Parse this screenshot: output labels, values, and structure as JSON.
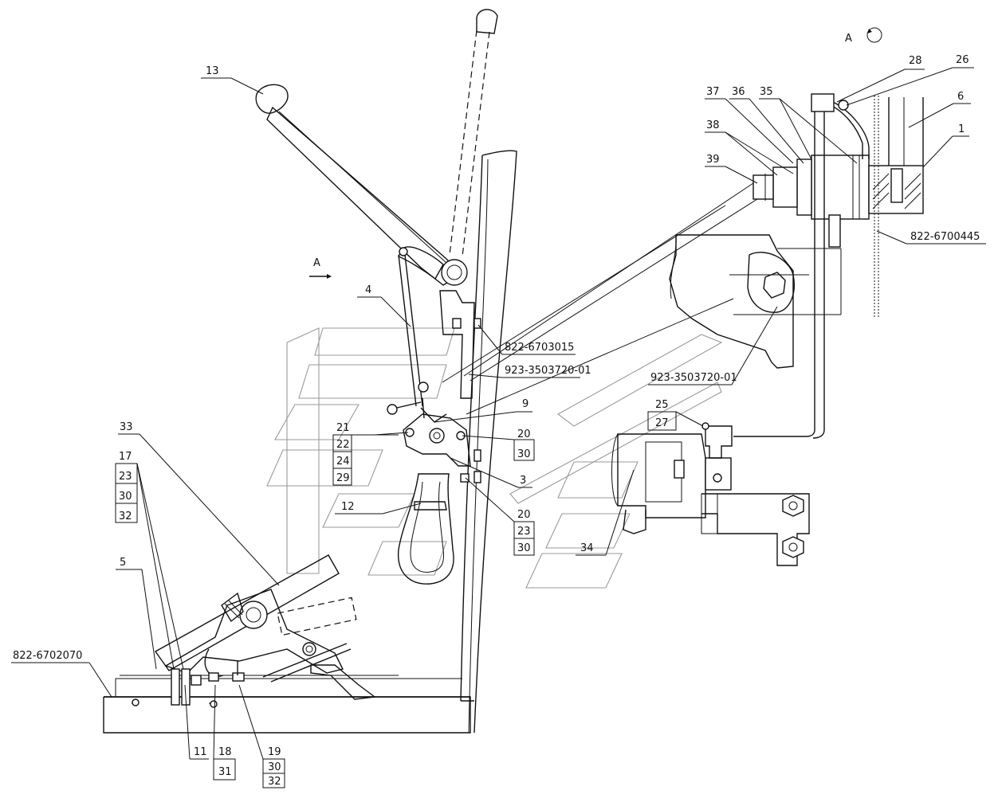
{
  "view": {
    "arrow_label": "A",
    "rotated_view_label": "A"
  },
  "callouts": [
    {
      "id": "c13",
      "text": "13"
    },
    {
      "id": "c28",
      "text": "28"
    },
    {
      "id": "c26",
      "text": "26"
    },
    {
      "id": "c37",
      "text": "37"
    },
    {
      "id": "c36",
      "text": "36"
    },
    {
      "id": "c35",
      "text": "35"
    },
    {
      "id": "c6",
      "text": "6"
    },
    {
      "id": "c38",
      "text": "38"
    },
    {
      "id": "c1",
      "text": "1"
    },
    {
      "id": "c39",
      "text": "39"
    },
    {
      "id": "c822_0445",
      "text": "822-6700445"
    },
    {
      "id": "c4",
      "text": "4"
    },
    {
      "id": "c822_3015",
      "text": "822-6703015"
    },
    {
      "id": "c923_a",
      "text": "923-3503720-01"
    },
    {
      "id": "c923_b",
      "text": "923-3503720-01"
    },
    {
      "id": "c9",
      "text": "9"
    },
    {
      "id": "c25",
      "text": "25"
    },
    {
      "id": "c27",
      "text": "27"
    },
    {
      "id": "c33",
      "text": "33"
    },
    {
      "id": "c21",
      "text": "21"
    },
    {
      "id": "c22",
      "text": "22"
    },
    {
      "id": "c24",
      "text": "24"
    },
    {
      "id": "c29",
      "text": "29"
    },
    {
      "id": "c20a",
      "text": "20"
    },
    {
      "id": "c30a",
      "text": "30"
    },
    {
      "id": "c3",
      "text": "3"
    },
    {
      "id": "c17",
      "text": "17"
    },
    {
      "id": "c23a",
      "text": "23"
    },
    {
      "id": "c30b",
      "text": "30"
    },
    {
      "id": "c32a",
      "text": "32"
    },
    {
      "id": "c12",
      "text": "12"
    },
    {
      "id": "c20b",
      "text": "20"
    },
    {
      "id": "c23b",
      "text": "23"
    },
    {
      "id": "c30c",
      "text": "30"
    },
    {
      "id": "c34",
      "text": "34"
    },
    {
      "id": "c5",
      "text": "5"
    },
    {
      "id": "c822_2070",
      "text": "822-6702070"
    },
    {
      "id": "c11",
      "text": "11"
    },
    {
      "id": "c18",
      "text": "18"
    },
    {
      "id": "c31",
      "text": "31"
    },
    {
      "id": "c19",
      "text": "19"
    },
    {
      "id": "c30d",
      "text": "30"
    },
    {
      "id": "c32b",
      "text": "32"
    }
  ]
}
